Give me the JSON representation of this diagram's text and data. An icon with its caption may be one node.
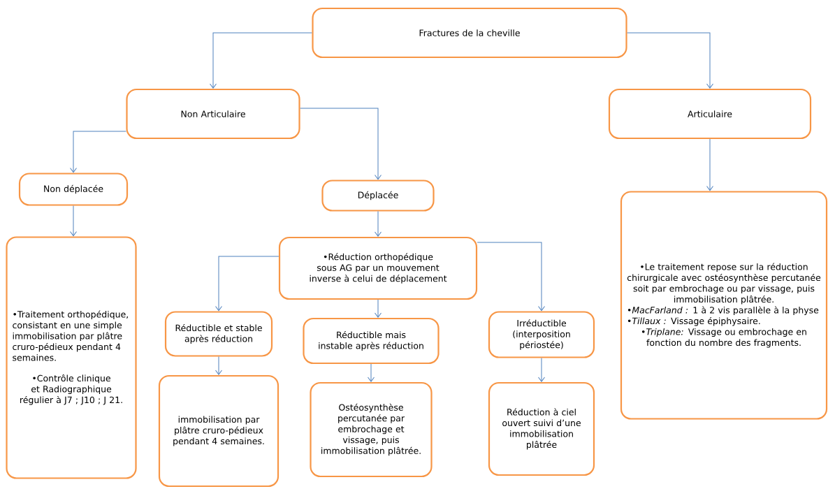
{
  "diagram": {
    "nodes": [
      {
        "text": [
          "Fractures de la cheville"
        ]
      },
      {
        "text": [
          "Non Articulaire"
        ]
      },
      {
        "text": [
          "Articulaire"
        ]
      },
      {
        "text": [
          "Non déplacée"
        ]
      },
      {
        "text": [
          "Déplacée"
        ]
      },
      {
        "text": [
          "•Traitement orthopédique, consistant en une simple immobilisation par plâtre cruro-pédieux pendant 4 semaines.",
          "•Contrôle clinique et Radiographique régulier à J7 ; J10 ; J 21."
        ]
      },
      {
        "text": [
          "•Réduction orthopédique sous AG par un mouvement inverse à celui de déplacement"
        ]
      },
      {
        "text": [
          "Réductible et stable après réduction"
        ]
      },
      {
        "text": [
          "Réductible mais instable après réduction"
        ]
      },
      {
        "text": [
          "Irréductible (interposition périostée)"
        ]
      },
      {
        "text": [
          "immobilisation par plâtre cruro-pédieux pendant 4 semaines."
        ]
      },
      {
        "text": [
          "Ostéosynthèse percutanée par embrochage et vissage, puis immobilisation plâtrée."
        ]
      },
      {
        "text": [
          "Réduction à ciel ouvert suivi d’une immobilisation plâtrée"
        ]
      },
      {
        "text": [
          "•Le traitement repose sur la réduction chirurgicale avec ostéosynthèse percutanée soit par embrochage ou par vissage, puis immobilisation plâtrée.",
          "•*MacFarland :* 1 à 2 vis parallèle à la physe",
          "•*Tillaux :* Vissage épiphysaire.",
          "•*Triplane:* Vissage ou embrochage en fonction du nombre des fragments."
        ]
      }
    ],
    "edges": [
      {
        "from": 0,
        "to": 1,
        "arrow": "to"
      },
      {
        "from": 0,
        "to": 2,
        "arrow": "to"
      },
      {
        "from": 1,
        "to": 3,
        "arrow": "to"
      },
      {
        "from": 1,
        "to": 4,
        "arrow": "to"
      },
      {
        "from": 2,
        "to": 13,
        "arrow": "to"
      },
      {
        "from": 3,
        "to": 5,
        "arrow": "to"
      },
      {
        "from": 4,
        "to": 6,
        "arrow": "to"
      },
      {
        "from": 6,
        "to": 7,
        "arrow": "to"
      },
      {
        "from": 6,
        "to": 8,
        "arrow": "to"
      },
      {
        "from": 6,
        "to": 9,
        "arrow": "to"
      },
      {
        "from": 7,
        "to": 10,
        "arrow": "to"
      },
      {
        "from": 8,
        "to": 11,
        "arrow": "to"
      },
      {
        "from": 9,
        "to": 12,
        "arrow": "to"
      }
    ]
  }
}
